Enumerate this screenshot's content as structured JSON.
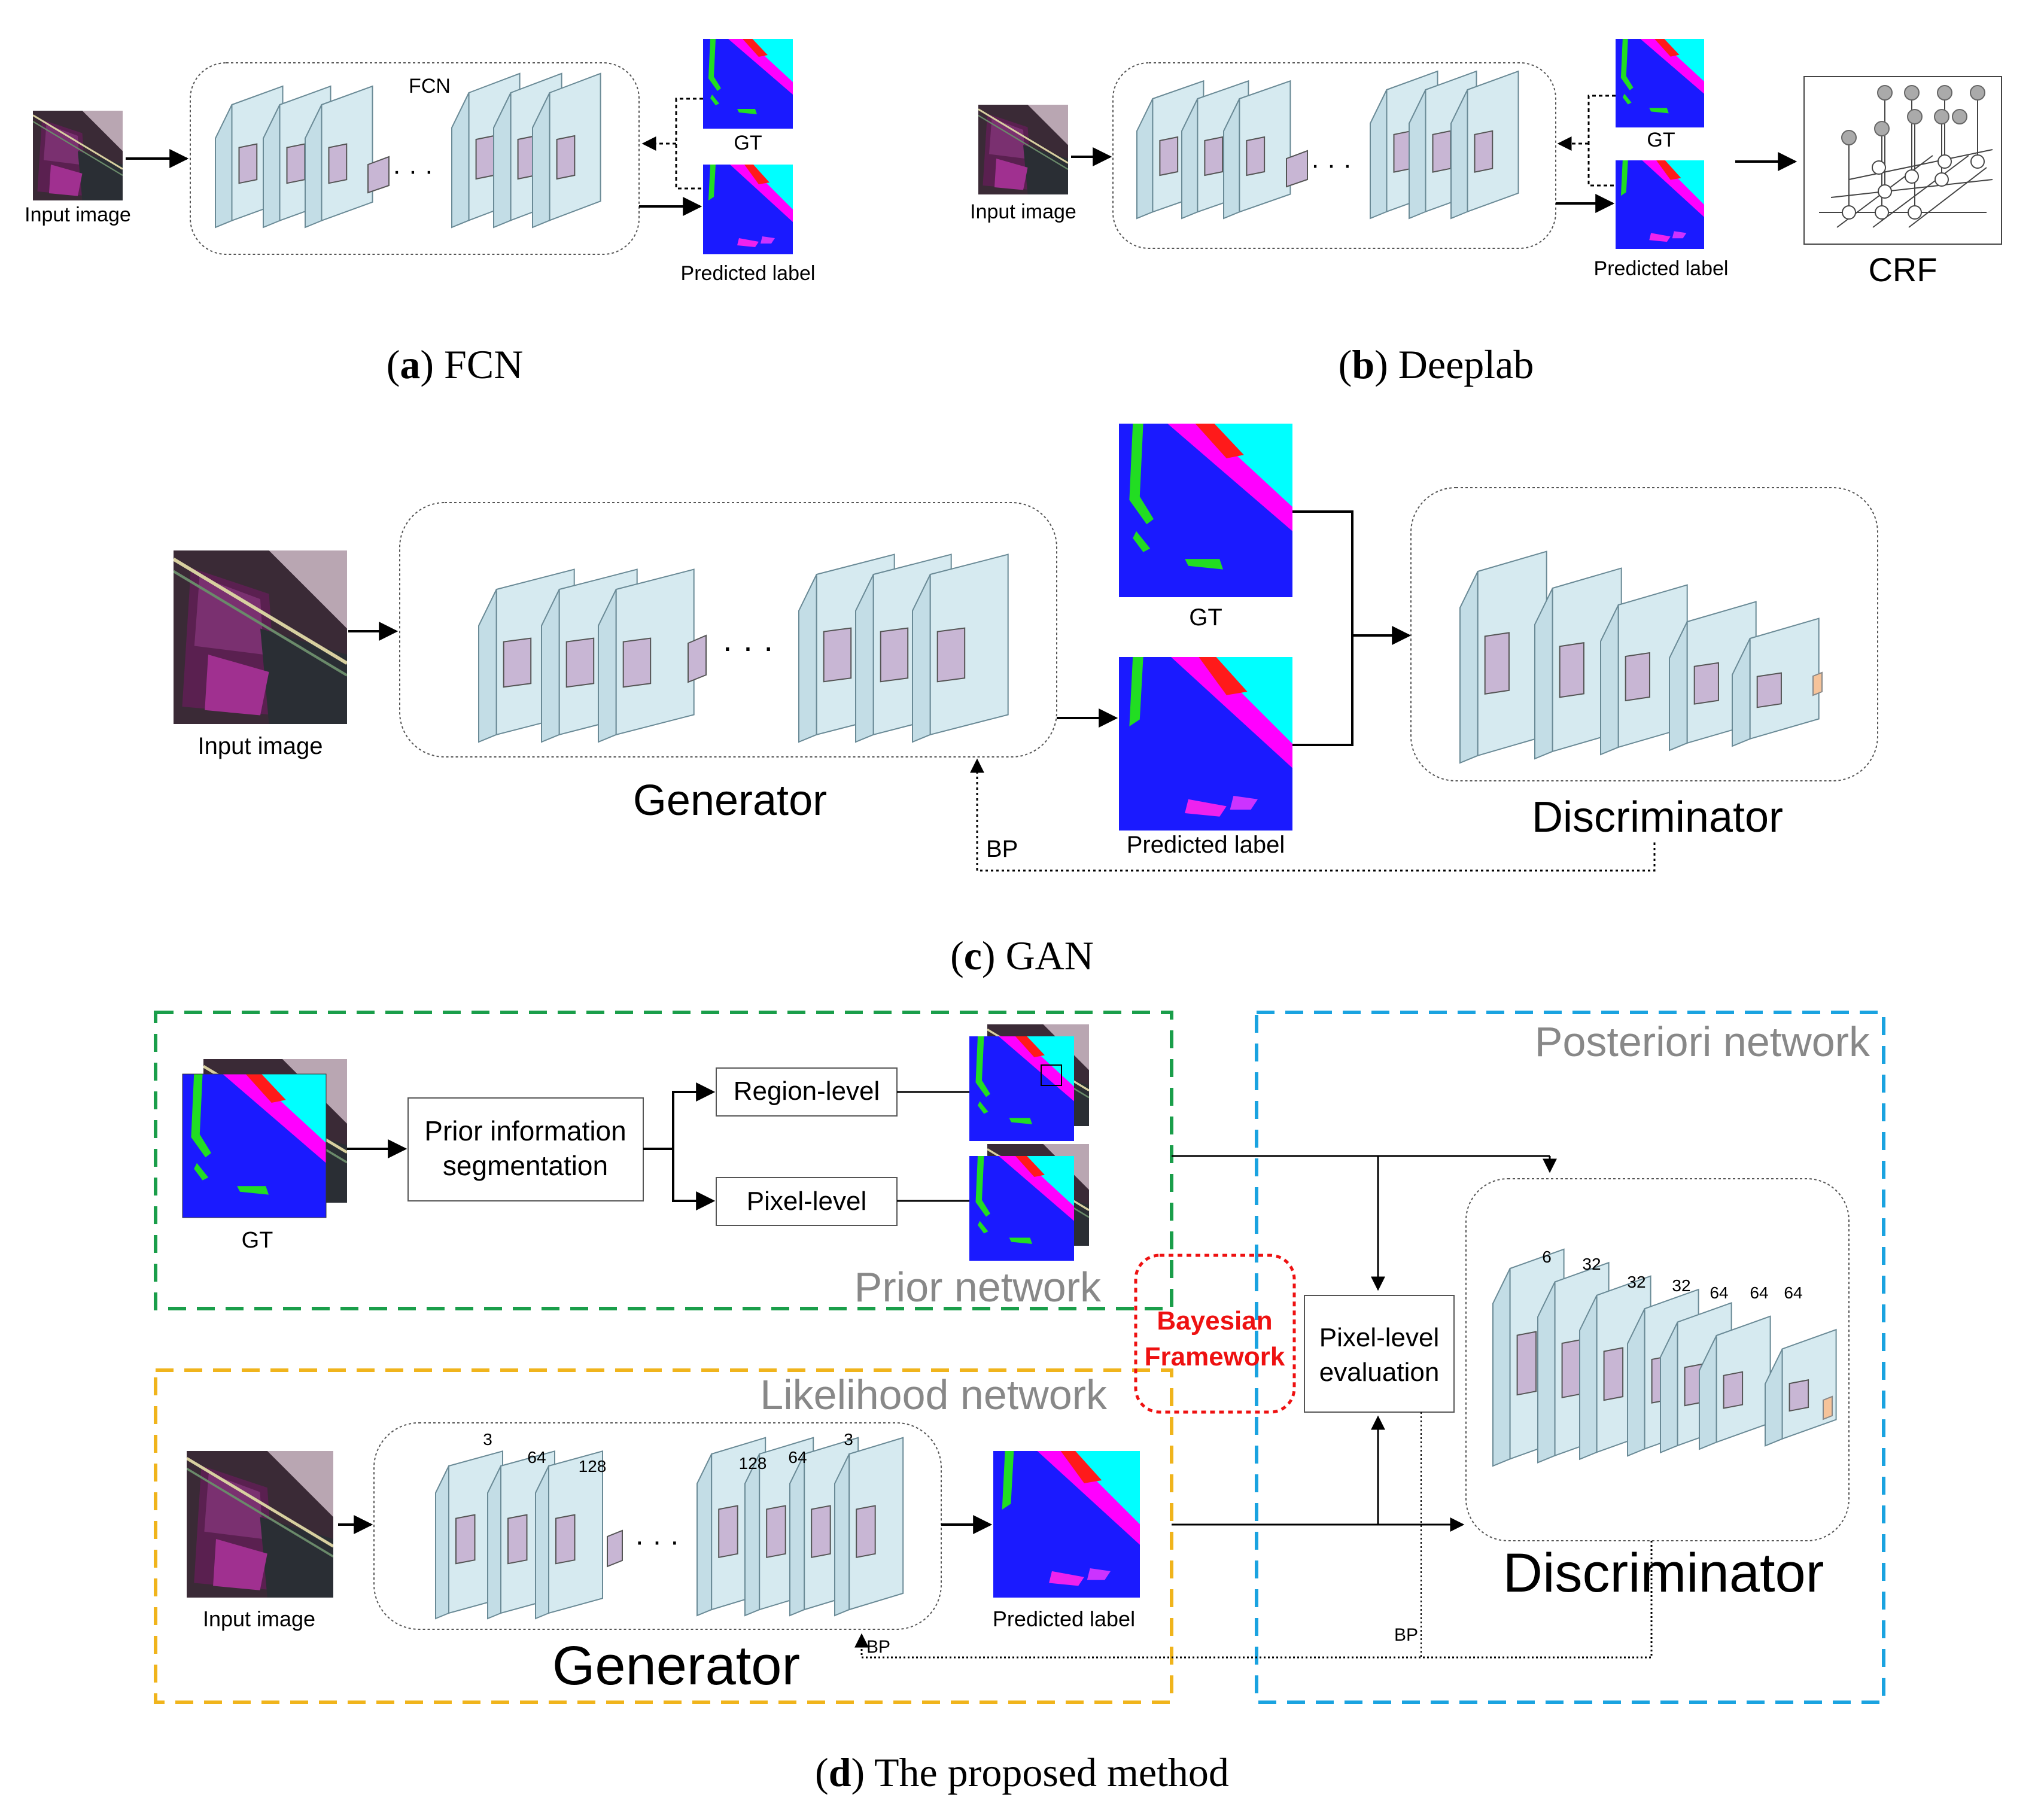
{
  "panel_a": {
    "caption_letter": "a",
    "caption_text": " FCN",
    "network_label": "FCN",
    "input_label": "Input image",
    "gt_label": "GT",
    "pred_label": "Predicted label"
  },
  "panel_b": {
    "caption_letter": "b",
    "caption_text": " Deeplab",
    "input_label": "Input image",
    "gt_label": "GT",
    "pred_label": "Predicted label",
    "crf_label": "CRF"
  },
  "panel_c": {
    "caption_letter": "c",
    "caption_text": " GAN",
    "input_label": "Input image",
    "generator_label": "Generator",
    "gt_label": "GT",
    "pred_label": "Predicted label",
    "discriminator_label": "Discriminator",
    "bp_label": "BP"
  },
  "panel_d": {
    "caption_letter": "d",
    "caption_text": " The proposed method",
    "prior_network_label": "Prior network",
    "likelihood_network_label": "Likelihood network",
    "posteriori_network_label": "Posteriori network",
    "bayesian_line1": "Bayesian",
    "bayesian_line2": "Framework",
    "gt_label": "GT",
    "prior_info_line1": "Prior information",
    "prior_info_line2": "segmentation",
    "region_level": "Region-level",
    "pixel_level": "Pixel-level",
    "pixel_eval_line1": "Pixel-level",
    "pixel_eval_line2": "evaluation",
    "input_label": "Input image",
    "pred_label": "Predicted label",
    "generator_label": "Generator",
    "discriminator_label": "Discriminator",
    "bp_label_left": "BP",
    "bp_label_right": "BP",
    "gen_channels": [
      "3",
      "64",
      "128",
      "128",
      "64",
      "3"
    ],
    "disc_channels": [
      "6",
      "32",
      "32",
      "32",
      "64",
      "64",
      "64"
    ]
  },
  "colors": {
    "prior_border": "#1a9e4a",
    "likelihood_border": "#f0b41c",
    "posteriori_border": "#1aa3e0",
    "bayesian": "#ee1111",
    "layer_fill": "#d6eaf0",
    "kernel_fill": "#c8b6d4",
    "seg_blue": "#1a1aff",
    "seg_cyan": "#00ffff",
    "seg_magenta": "#ff00ff",
    "seg_red": "#ff1a1a",
    "seg_green": "#22dd22"
  }
}
